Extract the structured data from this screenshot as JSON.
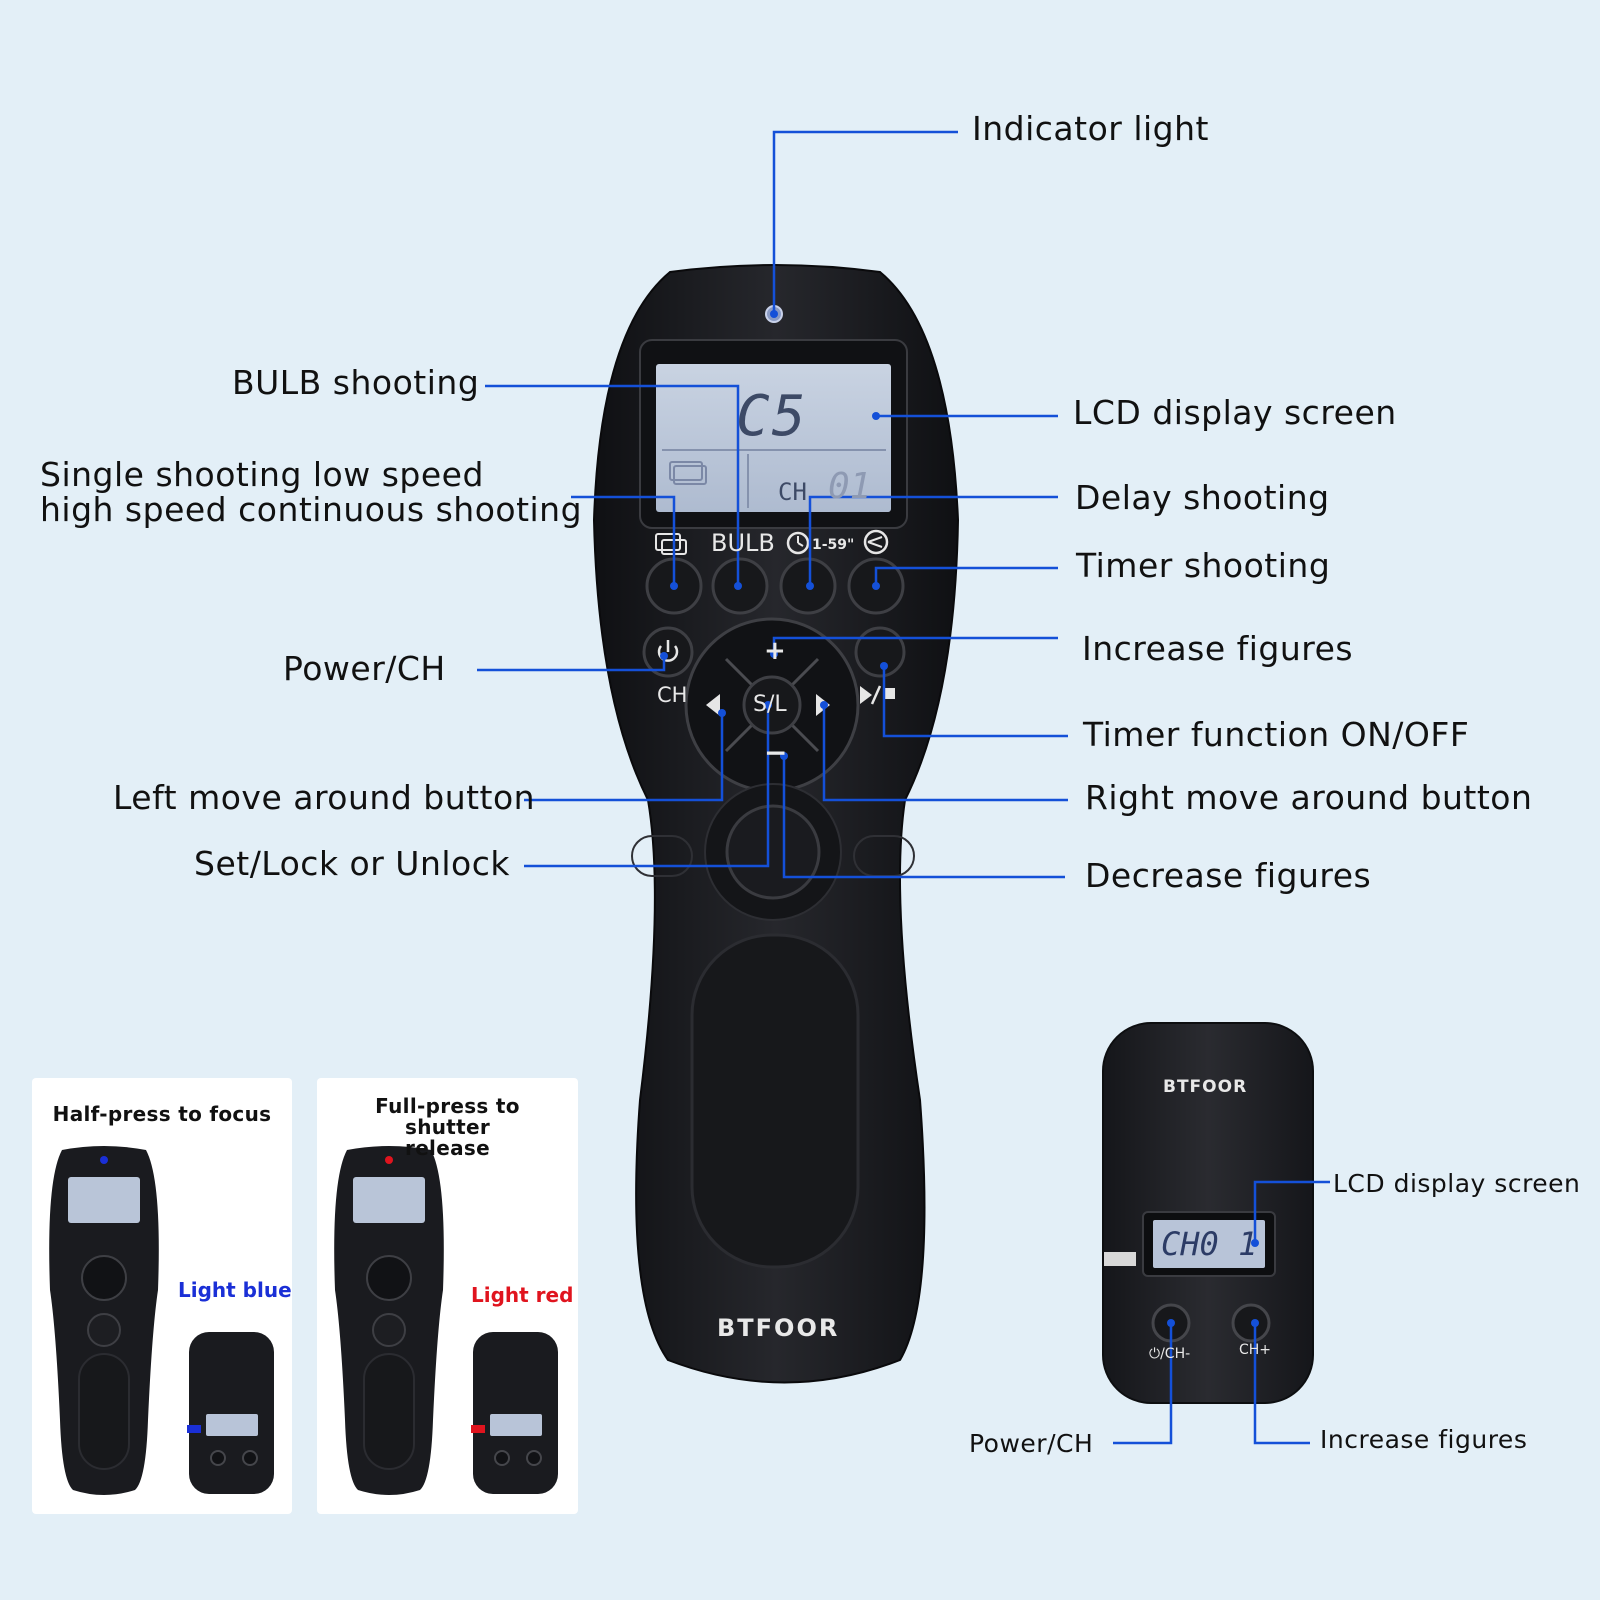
{
  "callouts": {
    "indicator_light": "Indicator light",
    "bulb_shooting": "BULB shooting",
    "single_shooting_line1": "Single shooting low speed",
    "single_shooting_line2": "high speed continuous shooting",
    "power_ch": "Power/CH",
    "left_move": "Left move around button",
    "set_lock": "Set/Lock or Unlock",
    "lcd_display": "LCD display screen",
    "delay_shooting": "Delay shooting",
    "timer_shooting": "Timer shooting",
    "increase_figures": "Increase figures",
    "timer_function": "Timer function ON/OFF",
    "right_move": "Right move around button",
    "decrease_figures": "Decrease figures"
  },
  "remote": {
    "brand": "BTFOOR",
    "lcd_mode": "C5",
    "lcd_channel_prefix": "CH",
    "lcd_channel_value": "01",
    "btn_bulb": "BULB",
    "btn_delay_range": "1-59\"",
    "btn_ch": "CH",
    "btn_center": "S/L",
    "btn_plus": "+",
    "btn_minus": "−"
  },
  "receiver": {
    "brand": "BTFOOR",
    "lcd_text": "CH0 1",
    "btn_power_label": "⏻/CH-",
    "btn_plus_label": "CH+",
    "callout_lcd": "LCD display screen",
    "callout_power": "Power/CH",
    "callout_increase": "Increase figures"
  },
  "cards": [
    {
      "title": "Half-press to focus",
      "light_label": "Light blue",
      "light_color": "#1a2fd6"
    },
    {
      "title": "Full-press to shutter release",
      "light_label": "Light red",
      "light_color": "#e0141e"
    }
  ],
  "colors": {
    "background": "#e3eff7",
    "callout_line": "#1450d8",
    "device_body": "#1c1d21"
  }
}
